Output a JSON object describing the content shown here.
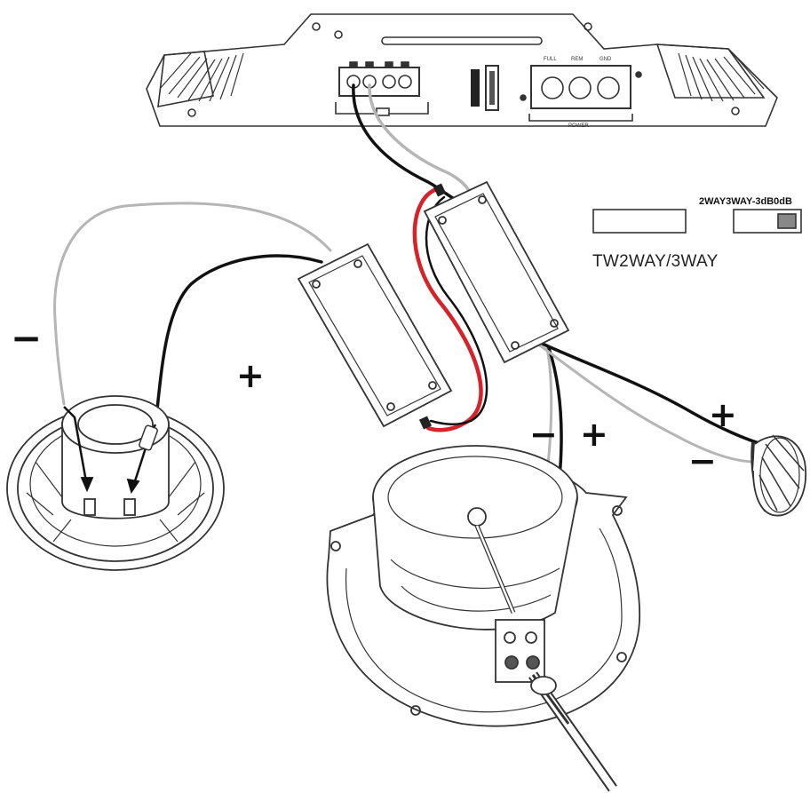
{
  "amplifier": {
    "terminal_labels": [
      "FULL",
      "REM",
      "GND"
    ],
    "power_label": "POWER"
  },
  "switch": {
    "top_label": "2WAY3WAY-3dB0dB",
    "sub_label": "TW2WAY/3WAY"
  },
  "polarity": {
    "coax_minus": "−",
    "coax_plus": "+",
    "woofer_minus": "−",
    "woofer_plus": "+",
    "tweeter_plus": "+",
    "tweeter_minus": "−"
  },
  "colors": {
    "line": "#333333",
    "wire_black": "#111111",
    "wire_grey": "#b5b5b5",
    "wire_red": "#d6232a"
  }
}
